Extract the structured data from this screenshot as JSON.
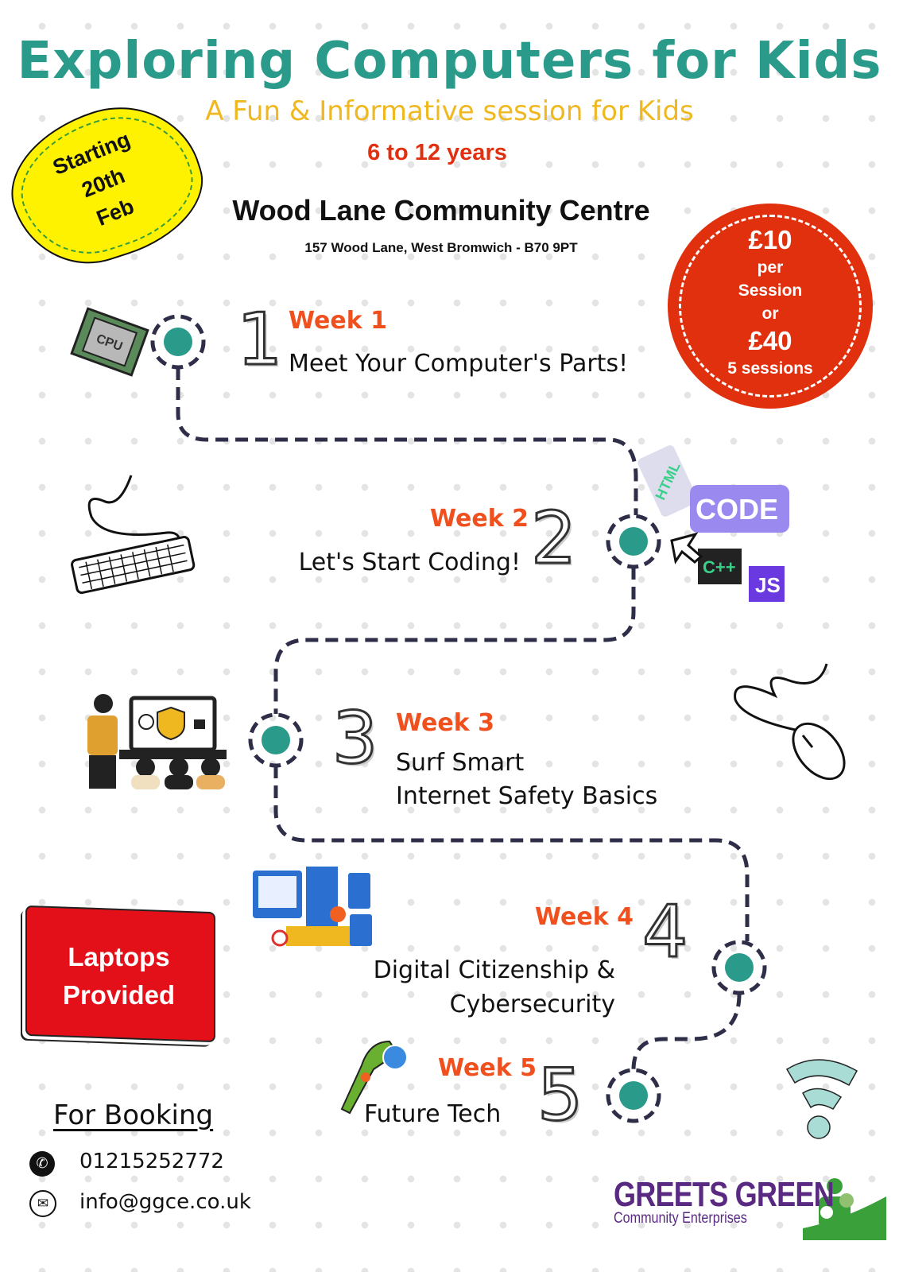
{
  "header": {
    "title": "Exploring Computers for Kids",
    "subtitle": "A Fun & Informative session for Kids",
    "age_range": "6 to 12 years",
    "venue": "Wood Lane Community Centre",
    "address": "157 Wood Lane, West Bromwich - B70 9PT"
  },
  "start_badge": {
    "line1": "Starting",
    "line2": "20th",
    "line3": "Feb"
  },
  "price": {
    "single": "£10",
    "per": "per",
    "session": "Session",
    "or": "or",
    "bundle": "£40",
    "bundle_label": "5 sessions"
  },
  "weeks": [
    {
      "number": "1",
      "label": "Week 1",
      "title": "Meet Your Computer's Parts!"
    },
    {
      "number": "2",
      "label": "Week 2",
      "title": "Let's Start Coding!"
    },
    {
      "number": "3",
      "label": "Week 3",
      "title": "Surf Smart",
      "title2": "Internet Safety Basics"
    },
    {
      "number": "4",
      "label": "Week 4",
      "title": "Digital Citizenship &",
      "title2": "Cybersecurity"
    },
    {
      "number": "5",
      "label": "Week 5",
      "title": "Future Tech"
    }
  ],
  "illustrations": {
    "cpu": "CPU",
    "code": "CODE",
    "html": "HTML",
    "cpp": "C++",
    "js": "JS"
  },
  "laptops": {
    "line1": "Laptops",
    "line2": "Provided"
  },
  "booking": {
    "heading": "For Booking",
    "phone": "01215252772",
    "email": "info@ggce.co.uk"
  },
  "logo": {
    "name": "GREETS GREEN",
    "tagline": "Community Enterprises"
  },
  "colors": {
    "teal": "#2a9a8a",
    "orange": "#f0501e",
    "red": "#e0300e",
    "yellow": "#fff200",
    "path": "#2e2e48"
  }
}
